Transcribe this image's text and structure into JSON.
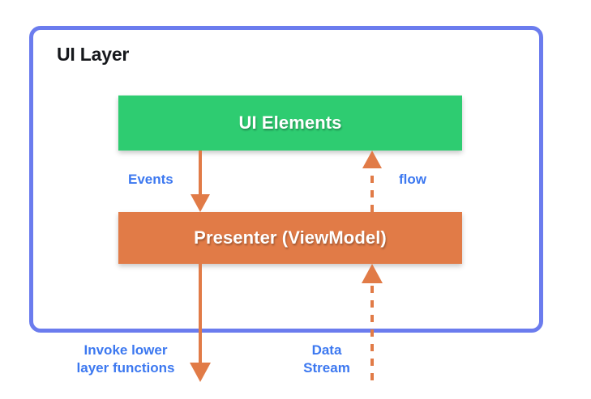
{
  "diagram": {
    "title": "UI Layer",
    "background_color": "#FFFFFF",
    "container": {
      "label": "UI Layer",
      "border_color": "#6B7CEE",
      "fill_color": "#FFFFFF"
    },
    "nodes": [
      {
        "id": "ui-elements",
        "label": "UI Elements",
        "fill_color": "#2ECC71",
        "text_color": "#FFFFFF"
      },
      {
        "id": "presenter",
        "label": "Presenter (ViewModel)",
        "fill_color": "#E17B47",
        "text_color": "#FFFFFF"
      }
    ],
    "connectors": [
      {
        "id": "events",
        "label": "Events",
        "from": "ui-elements",
        "to": "presenter",
        "style": "solid",
        "direction": "down",
        "color": "#E17B47",
        "label_color": "#3C78F0"
      },
      {
        "id": "flow",
        "label": "flow",
        "from": "presenter",
        "to": "ui-elements",
        "style": "dashed",
        "direction": "up",
        "color": "#E17B47",
        "label_color": "#3C78F0"
      },
      {
        "id": "invoke-lower-layer-functions",
        "label": "Invoke lower\nlayer functions",
        "from": "presenter",
        "to": "lower-layer",
        "style": "solid",
        "direction": "down",
        "color": "#E17B47",
        "label_color": "#3C78F0"
      },
      {
        "id": "data-stream",
        "label": "Data\nStream",
        "from": "lower-layer",
        "to": "presenter",
        "style": "dashed",
        "direction": "up",
        "color": "#E17B47",
        "label_color": "#3C78F0"
      }
    ]
  }
}
